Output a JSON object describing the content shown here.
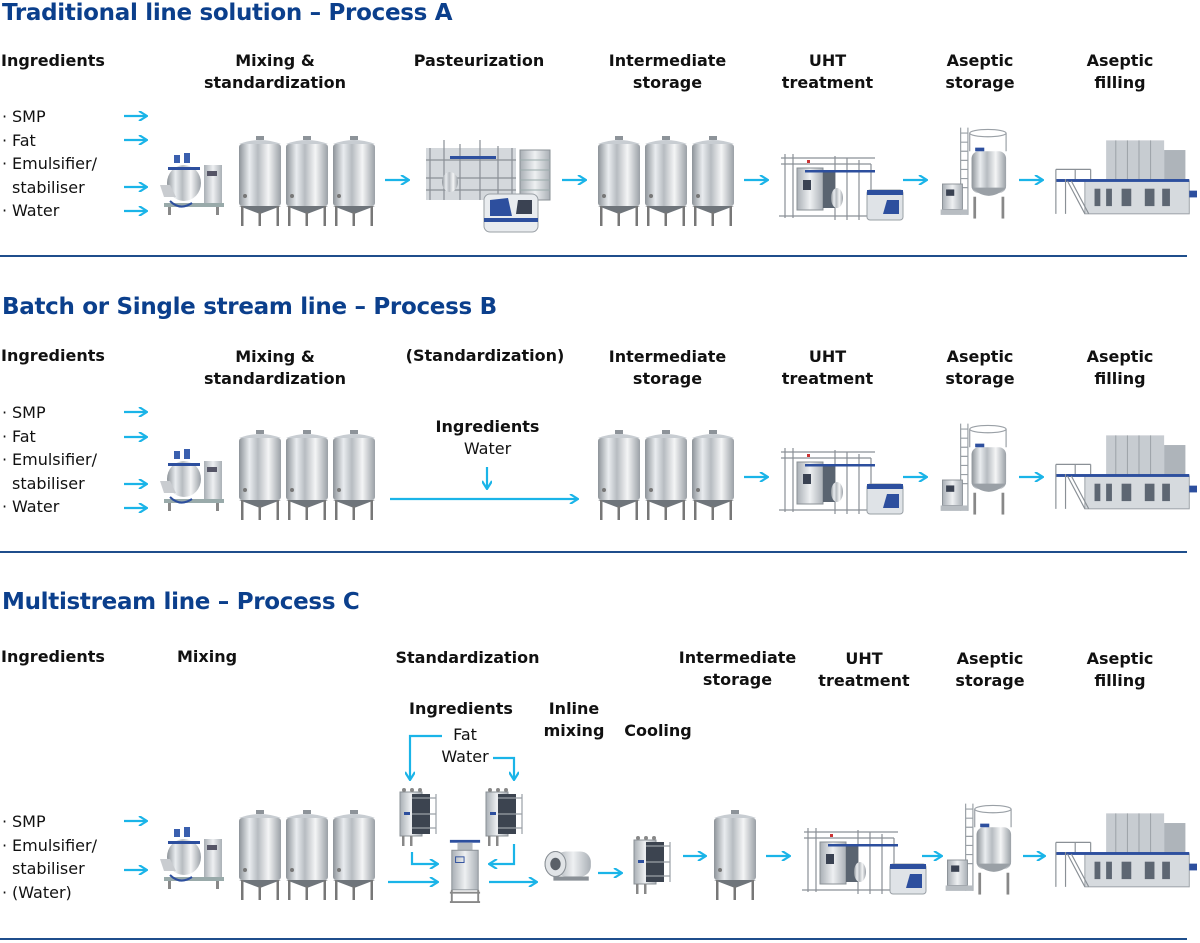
{
  "colors": {
    "title": "#0b3f8c",
    "arrow": "#1ab4e8",
    "divider": "#1f4e8c",
    "text": "#111111"
  },
  "sections": [
    {
      "title": "Traditional line solution – Process A",
      "stages": {
        "ingredients": "Ingredients",
        "mixing": [
          "Mixing &",
          "standardization"
        ],
        "pasteurization": "Pasteurization",
        "intermediate": [
          "Intermediate",
          "storage"
        ],
        "uht": [
          "UHT",
          "treatment"
        ],
        "aseptic_storage": [
          "Aseptic",
          "storage"
        ],
        "aseptic_filling": [
          "Aseptic",
          "filling"
        ]
      },
      "ingredients": [
        "SMP",
        "Fat",
        "Emulsifier/",
        "stabiliser",
        "Water"
      ]
    },
    {
      "title": "Batch or Single stream line – Process B",
      "stages": {
        "ingredients": "Ingredients",
        "mixing": [
          "Mixing &",
          "standardization"
        ],
        "standardization": "(Standardization)",
        "intermediate": [
          "Intermediate",
          "storage"
        ],
        "uht": [
          "UHT",
          "treatment"
        ],
        "aseptic_storage": [
          "Aseptic",
          "storage"
        ],
        "aseptic_filling": [
          "Aseptic",
          "filling"
        ]
      },
      "ingredients": [
        "SMP",
        "Fat",
        "Emulsifier/",
        "stabiliser",
        "Water"
      ],
      "std_note": {
        "heading": "Ingredients",
        "item": "Water"
      }
    },
    {
      "title": "Multistream line – Process C",
      "stages": {
        "ingredients": "Ingredients",
        "mixing": "Mixing",
        "standardization": "Standardization",
        "inline": [
          "Inline",
          "mixing"
        ],
        "cooling": "Cooling",
        "intermediate": [
          "Intermediate",
          "storage"
        ],
        "uht": [
          "UHT",
          "treatment"
        ],
        "aseptic_storage": [
          "Aseptic",
          "storage"
        ],
        "aseptic_filling": [
          "Aseptic",
          "filling"
        ]
      },
      "ingredients": [
        "SMP",
        "Emulsifier/",
        "stabiliser",
        "(Water)"
      ],
      "std_note": {
        "heading": "Ingredients",
        "item1": "Fat",
        "item2": "Water"
      }
    }
  ],
  "equipment_icons": [
    "mixer-icon",
    "storage-tank-icon",
    "pasteurizer-icon",
    "uht-plant-icon",
    "aseptic-tank-icon",
    "filling-machine-icon",
    "plate-heat-exchanger-icon",
    "inline-mixer-icon",
    "pump-icon"
  ]
}
